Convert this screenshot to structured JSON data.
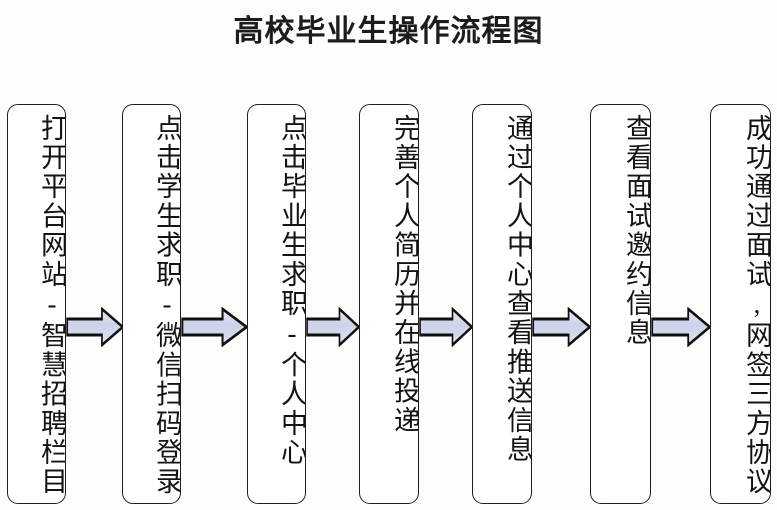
{
  "title": "高校毕业生操作流程图",
  "colors": {
    "background": "#fdfdfc",
    "box_border": "#1f1f22",
    "box_fill": "#ffffff",
    "text": "#141414",
    "arrow_fill": "#ccd2e8",
    "arrow_highlight": "#e4e8f5",
    "arrow_outline": "#101010"
  },
  "flow": {
    "steps": [
      {
        "id": "step-1",
        "label": "打开平台网站-智慧招聘栏目"
      },
      {
        "id": "step-2",
        "label": "点击学生求职-微信扫码登录"
      },
      {
        "id": "step-3",
        "label": "点击毕业生求职-个人中心"
      },
      {
        "id": "step-4",
        "label": "完善个人简历并在线投递"
      },
      {
        "id": "step-5",
        "label": "通过个人中心查看推送信息"
      },
      {
        "id": "step-6",
        "label": "查看面试邀约信息"
      },
      {
        "id": "step-7",
        "label": "成功通过面试,网签三方协议"
      }
    ],
    "connectors": [
      {
        "id": "arrow-1",
        "from": "step-1",
        "to": "step-2",
        "direction": "right"
      },
      {
        "id": "arrow-2",
        "from": "step-2",
        "to": "step-3",
        "direction": "right"
      },
      {
        "id": "arrow-3",
        "from": "step-3",
        "to": "step-4",
        "direction": "right"
      },
      {
        "id": "arrow-4",
        "from": "step-4",
        "to": "step-5",
        "direction": "right"
      },
      {
        "id": "arrow-5",
        "from": "step-5",
        "to": "step-6",
        "direction": "right"
      },
      {
        "id": "arrow-6",
        "from": "step-6",
        "to": "step-7",
        "direction": "right"
      }
    ]
  }
}
